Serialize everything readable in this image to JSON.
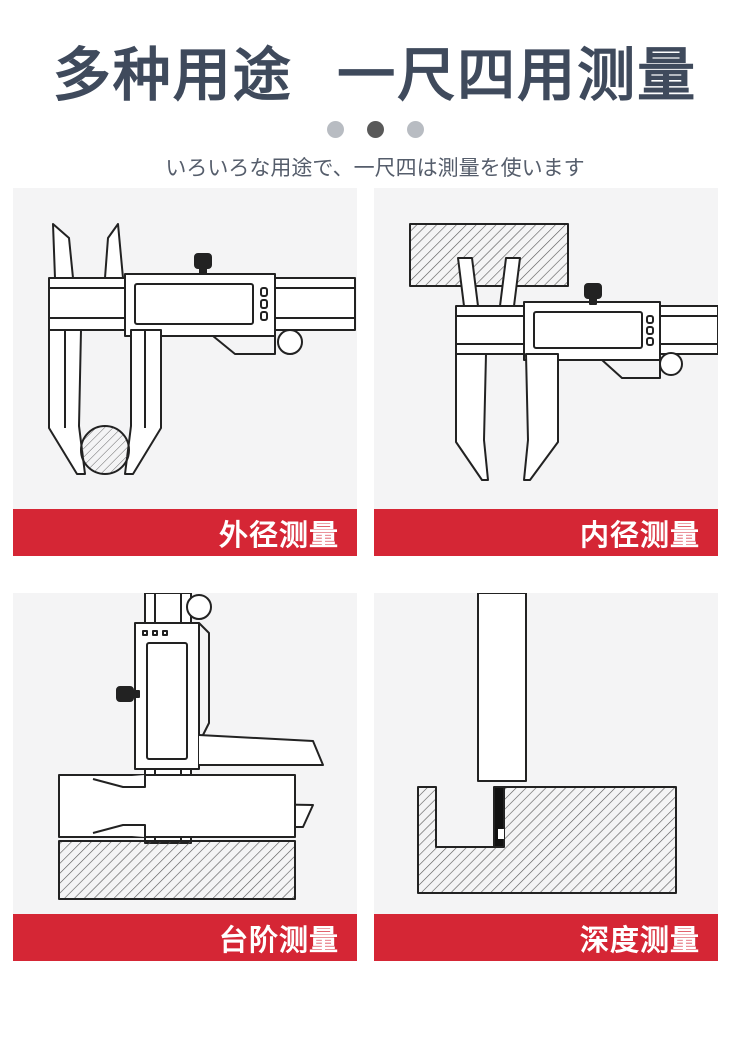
{
  "header": {
    "title": "多种用途  一尺四用测量",
    "subtitle": "いろいろな用途で、一尺四は測量を使います",
    "carousel_dots": {
      "count": 3,
      "active_index": 1,
      "active_color": "#595959",
      "inactive_color": "#b8bcc2"
    }
  },
  "colors": {
    "title": "#3f4a5c",
    "banner": "#d52635",
    "panel_bg": "#f4f4f5"
  },
  "panels": [
    {
      "label": "外径测量",
      "illustration": "caliper-outer-diameter"
    },
    {
      "label": "内径测量",
      "illustration": "caliper-inner-diameter"
    },
    {
      "label": "台阶测量",
      "illustration": "caliper-step"
    },
    {
      "label": "深度测量",
      "illustration": "caliper-depth"
    }
  ]
}
